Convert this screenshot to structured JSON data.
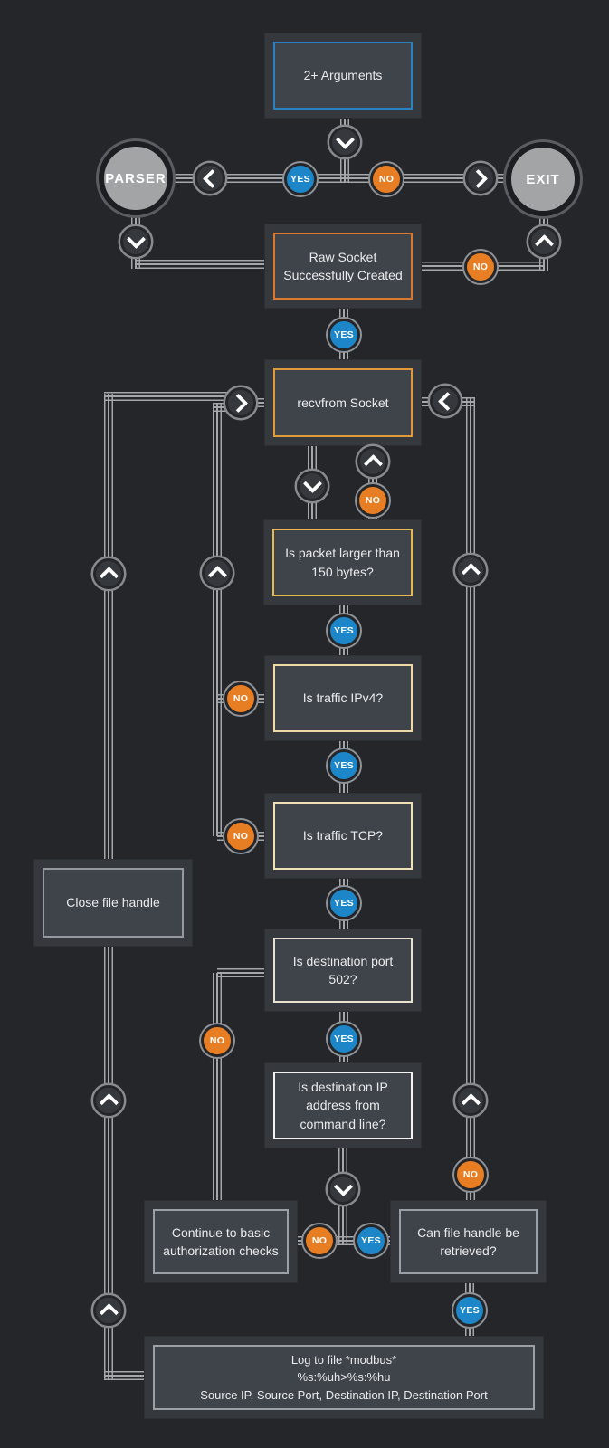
{
  "colors": {
    "background": "#242629",
    "line": "#a4a8ab",
    "yes_fill": "#1d86c8",
    "no_fill": "#e87e23",
    "terminal_fill": "#a3a4a5"
  },
  "labels": {
    "yes": "YES",
    "no": "NO"
  },
  "terminals": {
    "parser": "PARSER",
    "exit": "EXIT"
  },
  "boxes": {
    "arguments": {
      "label": "2+ Arguments",
      "border": "#2b82c3"
    },
    "raw_socket": {
      "label": "Raw Socket Successfully Created",
      "border": "#d9782e"
    },
    "recvfrom": {
      "label": "recvfrom Socket",
      "border": "#e09a3c"
    },
    "packet_size": {
      "label": "Is packet larger than 150 bytes?",
      "border": "#e6ba4e"
    },
    "ipv4": {
      "label": "Is traffic IPv4?",
      "border": "#efd9a6"
    },
    "tcp": {
      "label": "Is traffic TCP?",
      "border": "#f2e0b6"
    },
    "close_file": {
      "label": "Close file handle",
      "border": "#94999f"
    },
    "port_502": {
      "label": "Is destination port 502?",
      "border": "#e9e1d1"
    },
    "dest_ip": {
      "label": "Is destination IP address from command line?",
      "border": "#f4f4f4"
    },
    "continue_auth": {
      "label": "Continue to basic authorization checks",
      "border": "#9aa0a6"
    },
    "file_handle": {
      "label": "Can file handle be retrieved?",
      "border": "#9aa0a6"
    },
    "log_file": {
      "line1": "Log to file *modbus*",
      "line2": "%s:%uh>%s:%hu",
      "line3": "Source IP, Source Port, Destination IP, Destination Port",
      "border": "#9aa0a6"
    }
  }
}
